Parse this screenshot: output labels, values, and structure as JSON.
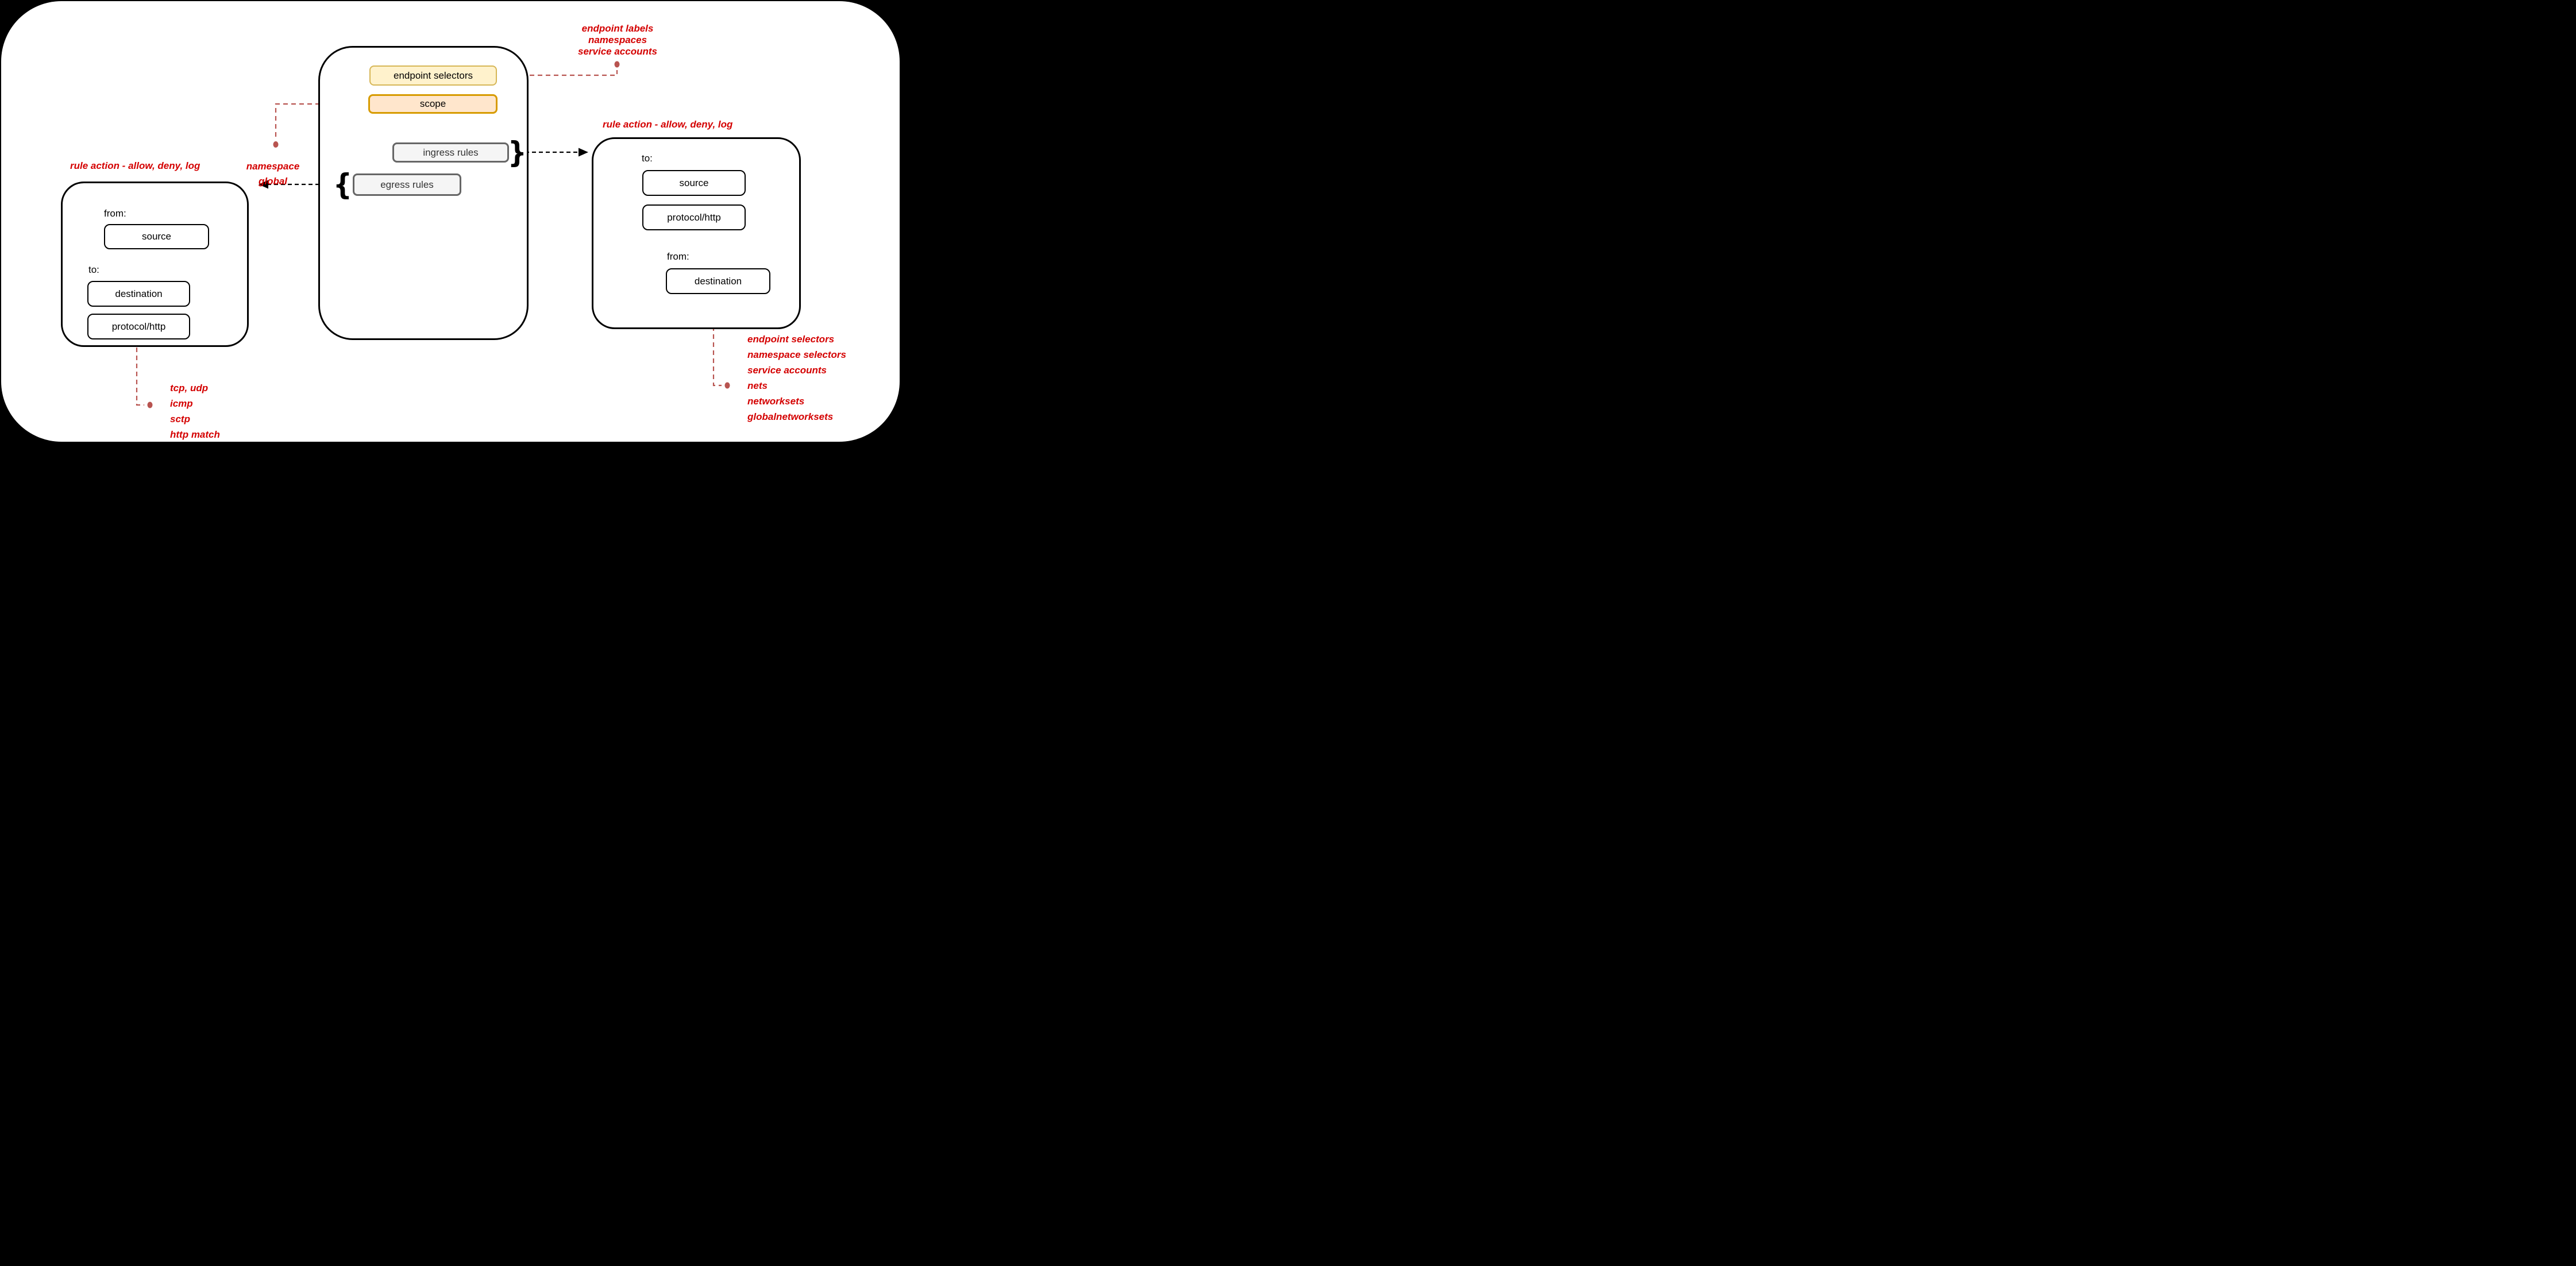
{
  "policy_container": {
    "endpoint_selectors_label": "endpoint selectors",
    "scope_label": "scope",
    "ingress_rules_label": "ingress rules",
    "egress_rules_label": "egress rules",
    "ingress_brace": "}",
    "egress_brace": "{"
  },
  "egress_detail_box": {
    "title": "rule action - allow, deny, log",
    "from_label": "from:",
    "source_label": "source",
    "to_label": "to:",
    "destination_label": "destination",
    "protocol_label": "protocol/http"
  },
  "ingress_detail_box": {
    "title": "rule action - allow, deny, log",
    "to_label": "to:",
    "source_label": "source",
    "protocol_label": "protocol/http",
    "from_label": "from:",
    "destination_label": "destination"
  },
  "annotations": {
    "endpoint_selector_values": [
      "endpoint labels",
      "namespaces",
      "service accounts"
    ],
    "scope_values": [
      "namespace",
      "global"
    ],
    "protocol_values": [
      "tcp, udp",
      "icmp",
      "sctp",
      "http match"
    ],
    "destination_values": [
      "endpoint selectors",
      "namespace selectors",
      "service accounts",
      "nets",
      "networksets",
      "globalnetworksets"
    ]
  },
  "colors": {
    "canvas_bg": "#000000",
    "surface_bg": "#ffffff",
    "annotation_text": "#d40000",
    "connector_red": "#b85450",
    "arrow_black": "#000000",
    "endpoint_fill": "#fff2cc",
    "endpoint_border": "#d6b656",
    "scope_fill": "#ffe6cc",
    "scope_border": "#d79b00",
    "rules_fill": "#f5f5f5",
    "rules_border": "#666666"
  }
}
